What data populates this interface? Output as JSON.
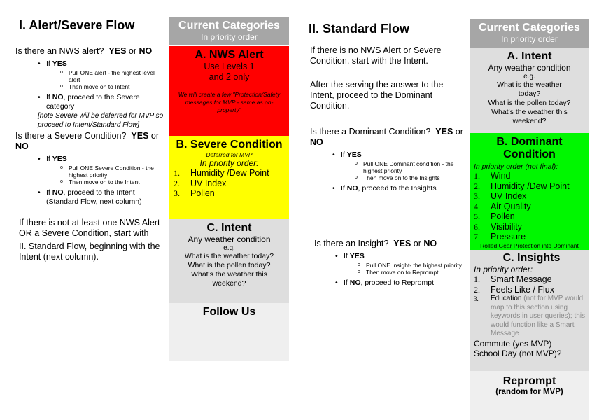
{
  "col1": {
    "title": "I. Alert/Severe Flow",
    "q1": {
      "text": "Is there an NWS alert?",
      "yes": "YES",
      "or": "or",
      "no": "NO"
    },
    "q1_yes": {
      "if": "If",
      "label": "YES",
      "subs": [
        "Pull ONE alert - the highest level alert",
        "Then move on to Intent"
      ]
    },
    "q1_no": {
      "if": "If",
      "label": "NO",
      "rest": ", proceed to the Severe category"
    },
    "q1_note": "[note Severe will be deferred for MVP so proceed to Intent/Standard Flow]",
    "q2": {
      "text": "Is there a Severe Condition?",
      "yes": "YES",
      "or": "or",
      "no": "NO"
    },
    "q2_yes": {
      "if": "If",
      "label": "YES",
      "subs": [
        "Pull ONE Severe Condition - the highest priority",
        "Then move on to the Intent"
      ]
    },
    "q2_no": {
      "if": "If",
      "label": "NO",
      "rest": ", proceed to the Intent (Standard Flow, next column)"
    },
    "para1": "If there is not at least one NWS Alert OR a Severe Condition, start with",
    "para2": "II. Standard Flow, beginning with the Intent (next column)."
  },
  "col2": {
    "header": {
      "title": "Current  Categories",
      "subtitle": "In priority order"
    },
    "alert": {
      "title": "A. NWS Alert",
      "line1": "Use Levels 1",
      "line2": "and 2 only",
      "note": "We will create a few \"Protection/Safety messages for MVP - same as on-property\"",
      "color": "#ff0000"
    },
    "severe": {
      "title": "B. Severe Condition",
      "deferred": "Deferred for MVP",
      "order": "In priority order:",
      "items": [
        "Humidity /Dew Point",
        "UV Index",
        "Pollen"
      ],
      "color": "#ffff00"
    },
    "intent": {
      "title": "C. Intent",
      "line1": "Any weather condition",
      "eg": "e.g.",
      "examples": [
        "What is the weather today?",
        "What is the pollen today?",
        "What's the weather this weekend?"
      ]
    },
    "follow": {
      "title": "Follow Us"
    }
  },
  "col3": {
    "title": "II. Standard Flow",
    "p1": "If there is no NWS Alert or Severe Condition, start with the Intent.",
    "p2": "After the serving the answer to the Intent, proceed to the Dominant Condition.",
    "q1": {
      "text": "Is there a Dominant Condition?",
      "yes": "YES",
      "or": "or",
      "no": "NO"
    },
    "q1_yes": {
      "if": "If",
      "label": "YES",
      "subs": [
        "Pull ONE Dominant condition - the highest priority",
        "Then move on to the Insights"
      ]
    },
    "q1_no": {
      "if": "If",
      "label": "NO",
      "rest": ", proceed to the Insights"
    },
    "q2": {
      "text": "Is there an Insight?",
      "yes": "YES",
      "or": "or",
      "no": "NO"
    },
    "q2_yes": {
      "if": "If",
      "label": "YES",
      "subs": [
        "Pull ONE Insight- the highest priority",
        "Then move on to Reprompt"
      ]
    },
    "q2_no": {
      "if": "If",
      "label": "NO",
      "rest": ", proceed to Reprompt"
    }
  },
  "col4": {
    "header": {
      "title": "Current  Categories",
      "subtitle": "In priority order"
    },
    "intent": {
      "title": "A. Intent",
      "line1": "Any weather condition",
      "eg": "e.g.",
      "examples": [
        "What is the weather today?",
        "What is the pollen today?",
        "What's the weather this weekend?"
      ]
    },
    "dominant": {
      "title": "B. Dominant Condition",
      "order": "In priority order (not final):",
      "items": [
        "Wind",
        "Humidity /Dew Point",
        "UV Index",
        "Air Quality",
        "Pollen",
        "Visibility",
        "Pressure"
      ],
      "footer": "Rolled Gear Protection into Dominant",
      "color": "#00f700"
    },
    "insights": {
      "title": "C. Insights",
      "order": "In priority order:",
      "items": [
        "Smart Message",
        "Feels Like / Flux"
      ],
      "item3_label": "Education",
      "item3_note": "(not for MVP would map to this section using keywords in user queries); this would function like a Smart Message",
      "extra1": "Commute (yes MVP)",
      "extra2": "School Day (not MVP)?"
    },
    "reprompt": {
      "title": "Reprompt",
      "subtitle": "(random for MVP)"
    }
  }
}
